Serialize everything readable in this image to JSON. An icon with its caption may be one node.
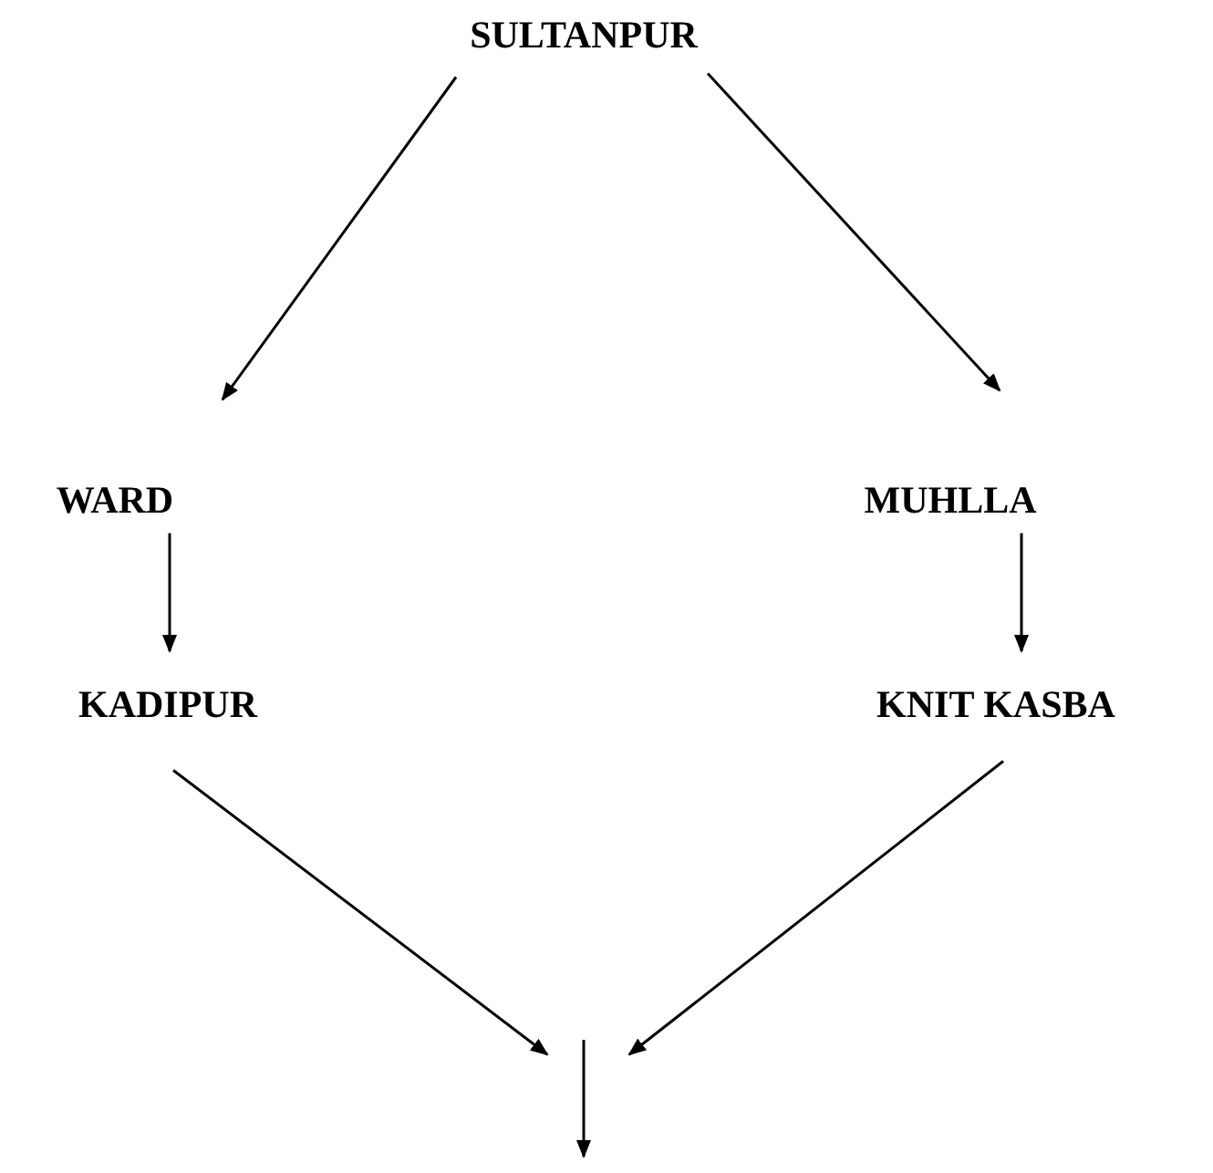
{
  "diagram": {
    "nodes": [
      {
        "text": [
          "SULTANPUR"
        ]
      },
      {
        "text": [
          "WARD"
        ]
      },
      {
        "text": [
          "MUHLLA"
        ]
      },
      {
        "text": [
          "KADIPUR"
        ]
      },
      {
        "text": [
          "KNIT KASBA"
        ]
      }
    ],
    "edges": [
      {
        "from": 0,
        "to": 1,
        "arrow": "to"
      },
      {
        "from": 0,
        "to": 2,
        "arrow": "to"
      },
      {
        "from": 1,
        "to": 3,
        "arrow": "to"
      },
      {
        "from": 2,
        "to": 4,
        "arrow": "to"
      },
      {
        "from": 3,
        "to": null,
        "arrow": "to"
      },
      {
        "from": 4,
        "to": null,
        "arrow": "to"
      }
    ]
  }
}
